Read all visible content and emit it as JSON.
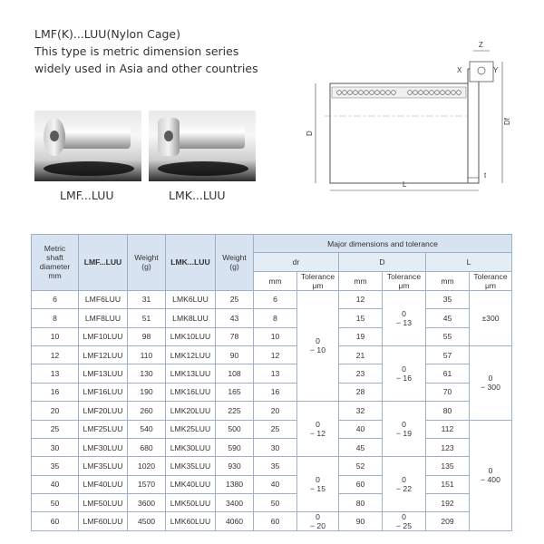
{
  "intro": {
    "title": "LMF(K)...LUU(Nylon Cage)",
    "line1": "This type is metric dimension series",
    "line2": "widely used in Asia and other countries"
  },
  "photos": {
    "left_caption": "LMF...LUU",
    "right_caption": "LMK...LUU"
  },
  "drawing": {
    "labels": {
      "z": "Z",
      "x": "X",
      "y": "Y",
      "d": "D",
      "df": "Df",
      "t": "t",
      "l": "L"
    }
  },
  "table": {
    "header": {
      "shaft": [
        "Metric",
        "shaft",
        "diameter",
        "mm"
      ],
      "lmf": "LMF...LUU",
      "weight1": [
        "Weight",
        "(g)"
      ],
      "lmk": "LMK...LUU",
      "weight2": [
        "Weight",
        "(g)"
      ],
      "major": "Major dimensions and tolerance",
      "dr": "dr",
      "D": "D",
      "L": "L",
      "mm": "mm",
      "tolerance": [
        "Tolerance",
        "μm"
      ]
    },
    "rows": [
      {
        "shaft": "6",
        "lmf": "LMF6LUU",
        "w1": "31",
        "lmk": "LMK6LUU",
        "w2": "25",
        "dr": "6",
        "D": "12",
        "L": "35"
      },
      {
        "shaft": "8",
        "lmf": "LMF8LUU",
        "w1": "51",
        "lmk": "LMK8LUU",
        "w2": "43",
        "dr": "8",
        "D": "15",
        "L": "45"
      },
      {
        "shaft": "10",
        "lmf": "LMF10LUU",
        "w1": "98",
        "lmk": "LMK10LUU",
        "w2": "78",
        "dr": "10",
        "D": "19",
        "L": "55"
      },
      {
        "shaft": "12",
        "lmf": "LMF12LUU",
        "w1": "110",
        "lmk": "LMK12LUU",
        "w2": "90",
        "dr": "12",
        "D": "21",
        "L": "57"
      },
      {
        "shaft": "13",
        "lmf": "LMF13LUU",
        "w1": "130",
        "lmk": "LMK13LUU",
        "w2": "108",
        "dr": "13",
        "D": "23",
        "L": "61"
      },
      {
        "shaft": "16",
        "lmf": "LMF16LUU",
        "w1": "190",
        "lmk": "LMK16LUU",
        "w2": "165",
        "dr": "16",
        "D": "28",
        "L": "70"
      },
      {
        "shaft": "20",
        "lmf": "LMF20LUU",
        "w1": "260",
        "lmk": "LMK20LUU",
        "w2": "225",
        "dr": "20",
        "D": "32",
        "L": "80"
      },
      {
        "shaft": "25",
        "lmf": "LMF25LUU",
        "w1": "540",
        "lmk": "LMK25LUU",
        "w2": "500",
        "dr": "25",
        "D": "40",
        "L": "112"
      },
      {
        "shaft": "30",
        "lmf": "LMF30LUU",
        "w1": "680",
        "lmk": "LMK30LUU",
        "w2": "590",
        "dr": "30",
        "D": "45",
        "L": "123"
      },
      {
        "shaft": "35",
        "lmf": "LMF35LUU",
        "w1": "1020",
        "lmk": "LMK35LUU",
        "w2": "930",
        "dr": "35",
        "D": "52",
        "L": "135"
      },
      {
        "shaft": "40",
        "lmf": "LMF40LUU",
        "w1": "1570",
        "lmk": "LMK40LUU",
        "w2": "1380",
        "dr": "40",
        "D": "60",
        "L": "151"
      },
      {
        "shaft": "50",
        "lmf": "LMF50LUU",
        "w1": "3600",
        "lmk": "LMK50LUU",
        "w2": "3400",
        "dr": "50",
        "D": "80",
        "L": "192"
      },
      {
        "shaft": "60",
        "lmf": "LMF60LUU",
        "w1": "4500",
        "lmk": "LMK60LUU",
        "w2": "4060",
        "dr": "60",
        "D": "90",
        "L": "209"
      }
    ],
    "dr_tol": [
      {
        "upper": "0",
        "lower": "− 10"
      },
      {
        "upper": "0",
        "lower": "− 12"
      },
      {
        "upper": "0",
        "lower": "− 15"
      },
      {
        "upper": "0",
        "lower": "− 20"
      }
    ],
    "D_tol": [
      {
        "upper": "0",
        "lower": "− 13"
      },
      {
        "upper": "0",
        "lower": "− 16"
      },
      {
        "upper": "0",
        "lower": "− 19"
      },
      {
        "upper": "0",
        "lower": "− 22"
      },
      {
        "upper": "0",
        "lower": "− 25"
      }
    ],
    "L_tol": [
      {
        "single": "±300"
      },
      {
        "upper": "0",
        "lower": "− 300"
      },
      {
        "upper": "0",
        "lower": "− 400"
      }
    ]
  }
}
